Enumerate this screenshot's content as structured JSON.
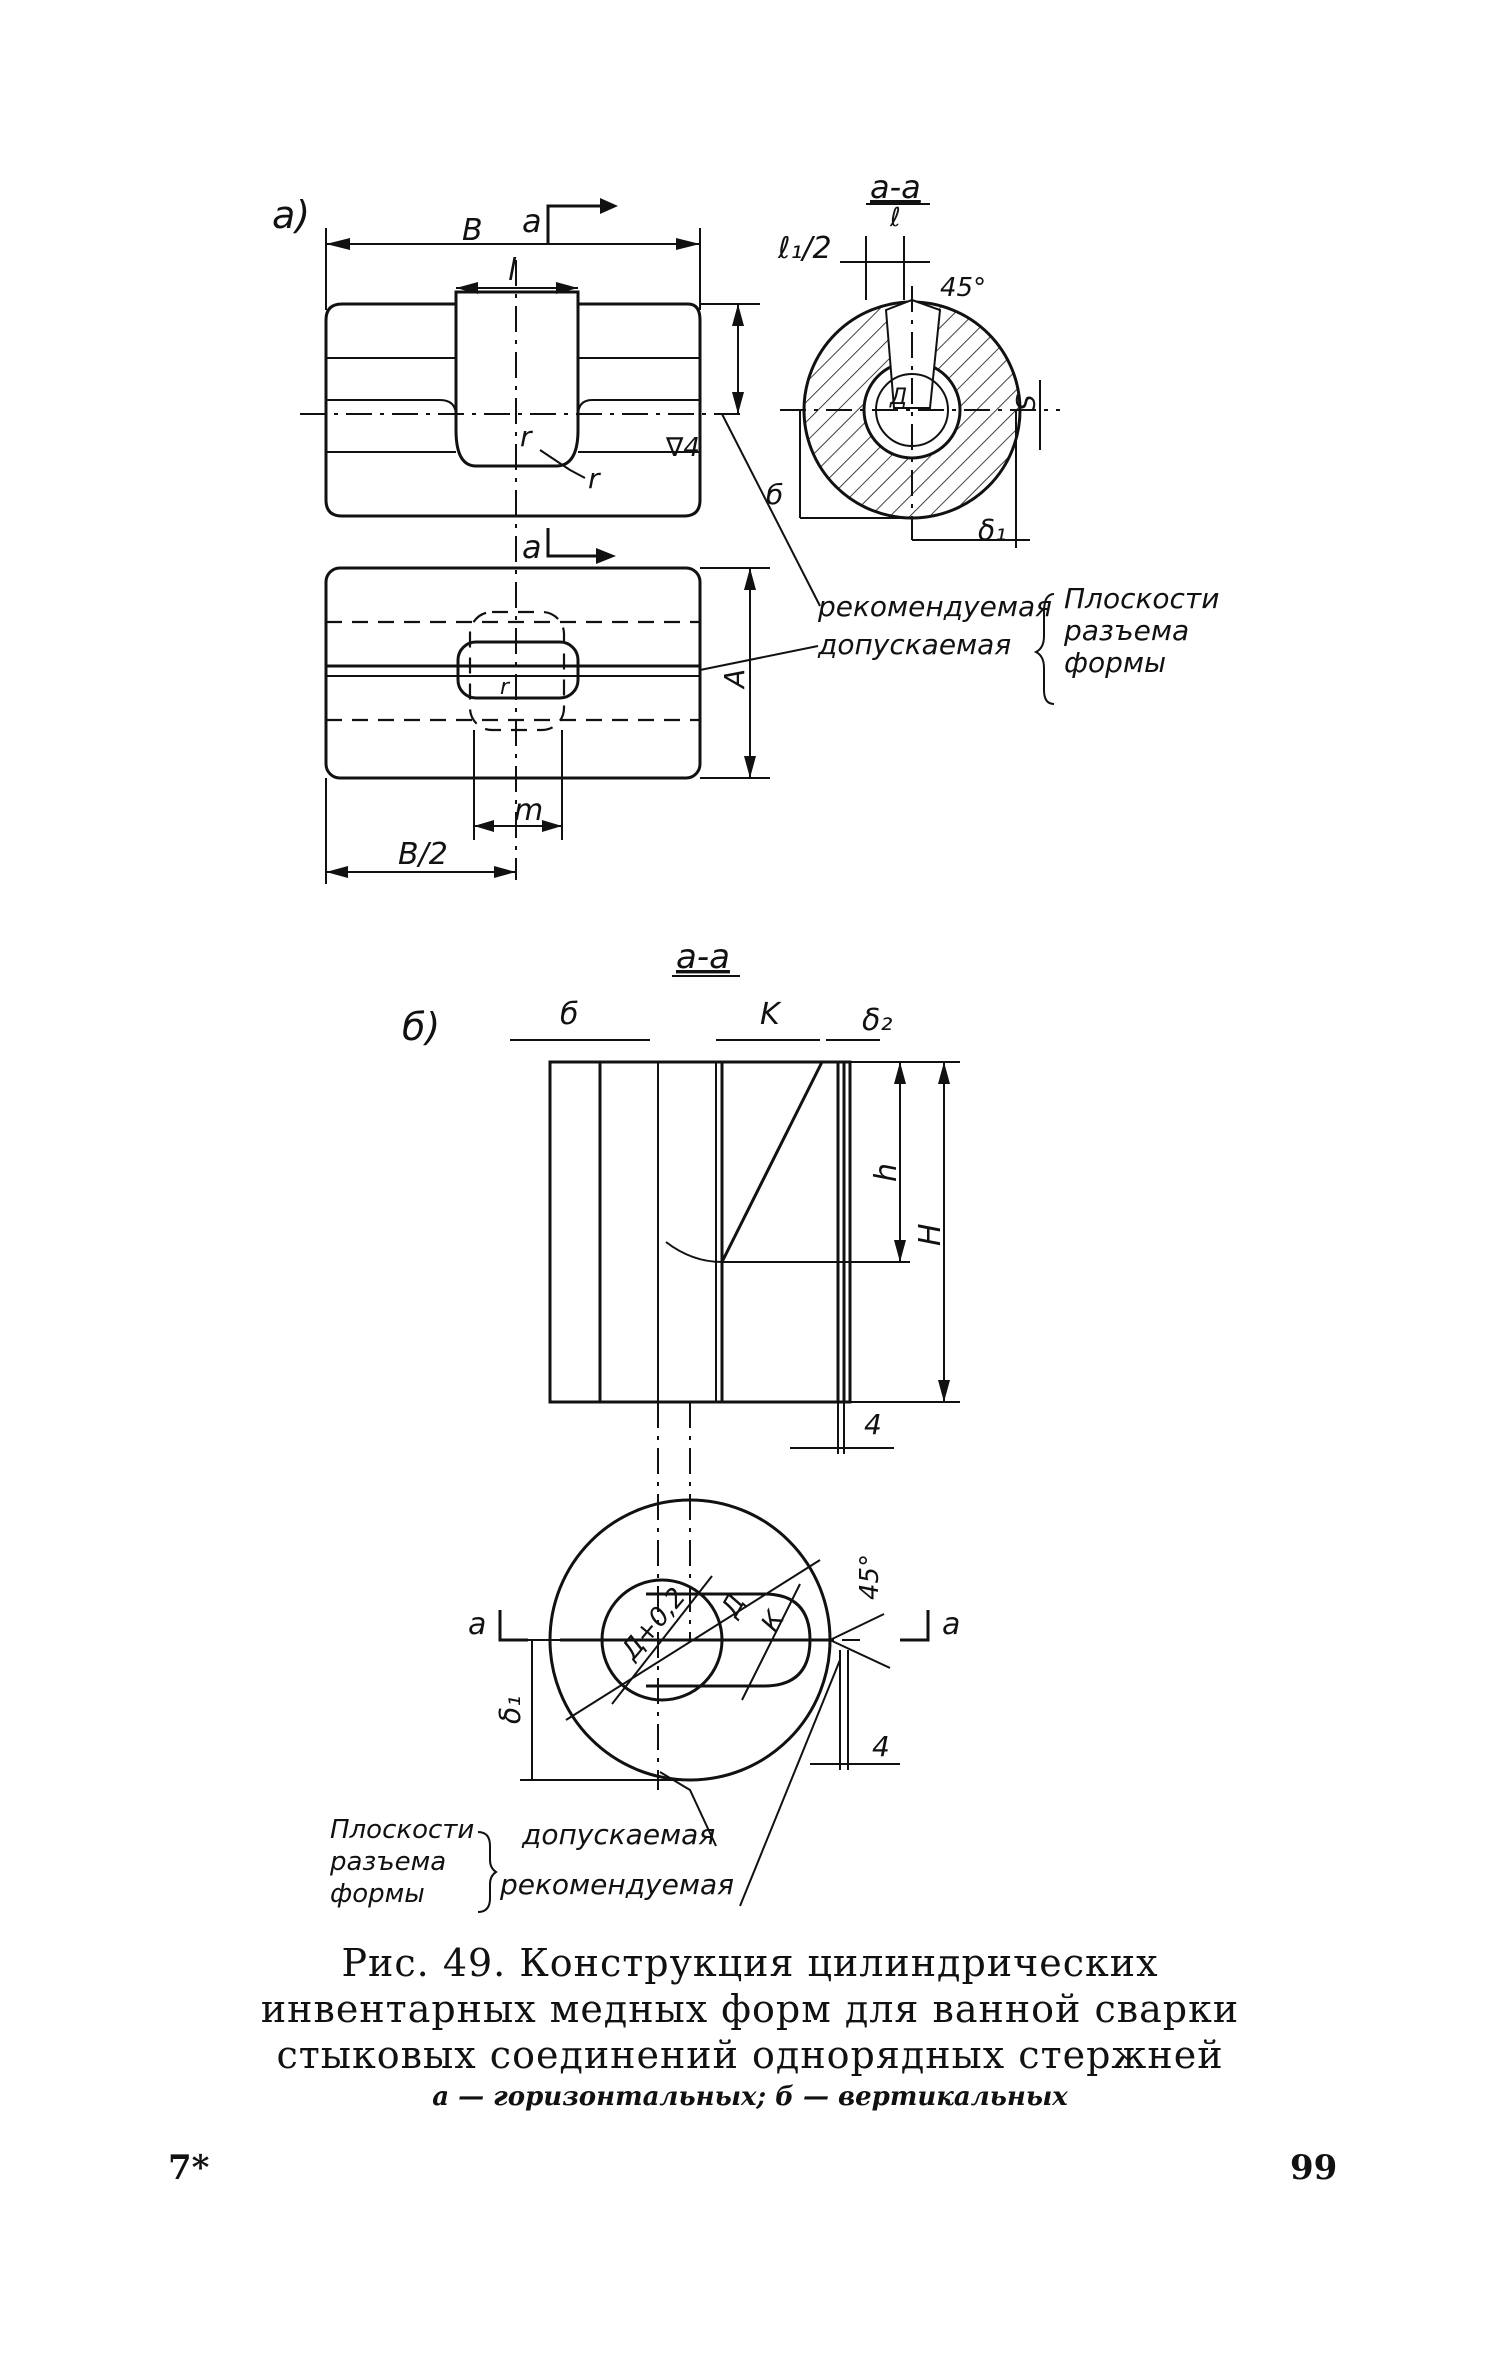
{
  "figure_a": {
    "panel_label": "а)",
    "section_mark": "а",
    "section_title": "а-а",
    "section_sub": "ℓ",
    "dim_B": "B",
    "dim_l": "l",
    "dim_r": "r",
    "dim_r2": "r",
    "roughness": "∇4",
    "dim_A": "A",
    "dim_m": "m",
    "dim_B_half": "B/2",
    "dim_l1_half": "ℓ₁/2",
    "angle": "45°",
    "dim_D": "Д",
    "dim_b": "б",
    "dim_delta1": "δ₁",
    "dim_s": "S",
    "recommended": "рекомендуемая",
    "allowed": "допускаемая",
    "planes": [
      "Плоскости",
      "разъема",
      "формы"
    ]
  },
  "figure_b": {
    "panel_label": "б)",
    "section_title": "а-а",
    "dim_b": "б",
    "dim_K": "K",
    "dim_delta2": "δ₂",
    "dim_h": "h",
    "dim_H": "H",
    "dim_4_top": "4",
    "section_mark_left": "а",
    "section_mark_right": "а",
    "dim_D02": "Д+0,2",
    "dim_D": "Д",
    "dim_K2": "К",
    "angle": "45°",
    "dim_delta1": "δ₁",
    "dim_4_bottom": "4",
    "planes": [
      "Плоскости",
      "разъема",
      "формы"
    ],
    "allowed": "допускаемая",
    "recommended": "рекомендуемая"
  },
  "caption": {
    "main": "Рис. 49. Конструкция цилиндрических инвентарных медных форм для ванной сварки стыковых соединений однорядных стержней",
    "sub": "а — горизонтальных; б — вертикальных"
  },
  "page": {
    "left_mark": "7*",
    "number": "99"
  }
}
